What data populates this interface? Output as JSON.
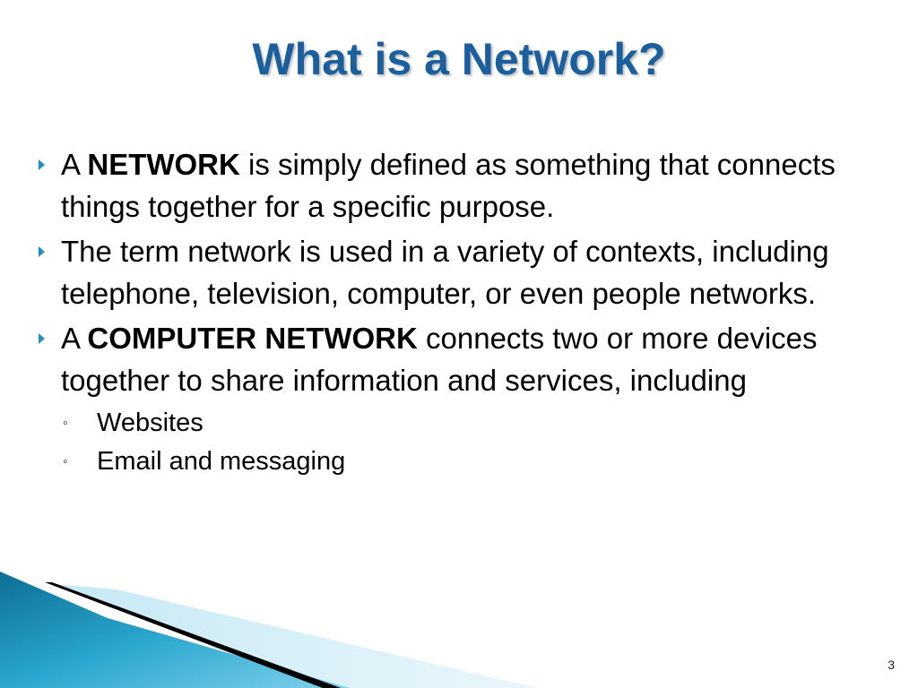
{
  "slide": {
    "title": "What is a Network?",
    "bullets": [
      {
        "pre": "A ",
        "bold": "NETWORK",
        "post": " is simply defined as something that connects things together for a specific purpose."
      },
      {
        "pre": "The term network is used in a variety of contexts, including telephone, television, computer, or even people networks.",
        "bold": "",
        "post": ""
      },
      {
        "pre": "A ",
        "bold": "COMPUTER NETWORK",
        "post": " connects two or more devices together to share information and services, including"
      }
    ],
    "sub_bullets": [
      {
        "marker": "◦",
        "text": "Websites"
      },
      {
        "marker": "◦",
        "text": "Email and messaging"
      }
    ],
    "page_number": "3"
  },
  "colors": {
    "title": "#1c5f9e",
    "bullet_marker": "#1f8fc4",
    "deco_teal": "#1e8fb8",
    "deco_dark": "#000000"
  }
}
